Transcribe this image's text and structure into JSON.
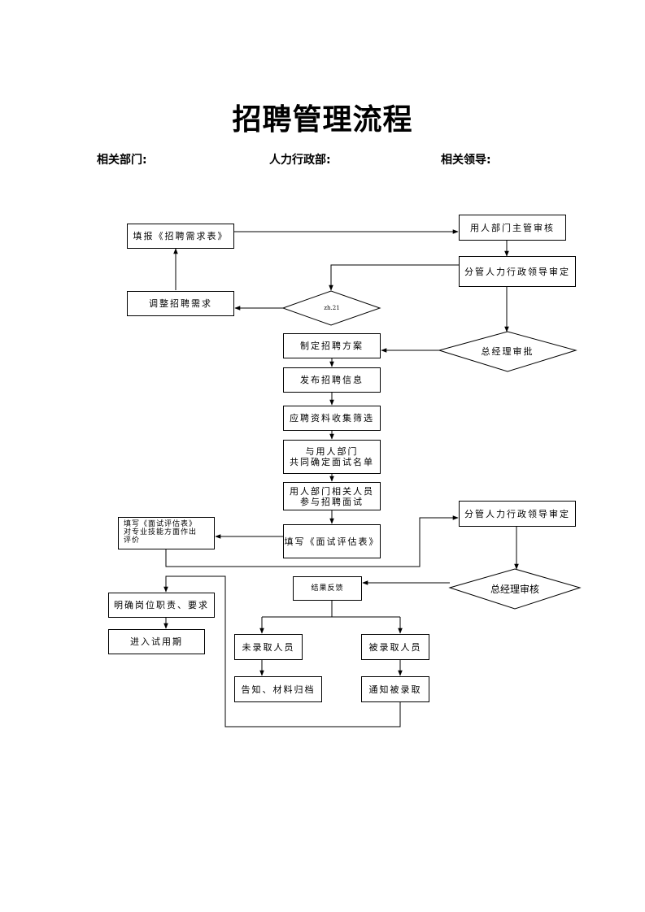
{
  "title": "招聘管理流程",
  "header": {
    "related_dept": "相关部门:",
    "hr_dept": "人力行政部:",
    "related_leader": "相关领导:"
  },
  "nodes": {
    "fill_request": "填报《招聘需求表》",
    "dept_head_review": "用人部门主管审核",
    "hr_leader_approve_1": "分管人力行政领导审定",
    "adjust_request": "调整招聘需求",
    "decision_small": "zh.21",
    "gm_approve": "总经理审批",
    "make_plan": "制定招聘方案",
    "publish_info": "发布招聘信息",
    "collect_screen": "应聘资料收集筛选",
    "confirm_list": "与用人部门\n共同确定面试名单",
    "interview": "用人部门相关人员\n参与招聘面试",
    "fill_eval_left": "填写《面试评估表》\n对专业技能方面作出\n评价",
    "fill_eval": "填写《面试评估表》",
    "hr_leader_approve_2": "分管人力行政领导审定",
    "gm_review": "总经理审核",
    "result_feedback": "结果反馈",
    "clarify_duties": "明确岗位职责、要求",
    "probation": "进入试用期",
    "not_hired": "未录取人员",
    "hired": "被录取人员",
    "notify_archive": "告知、材料归档",
    "notify_hired": "通知被录取"
  }
}
